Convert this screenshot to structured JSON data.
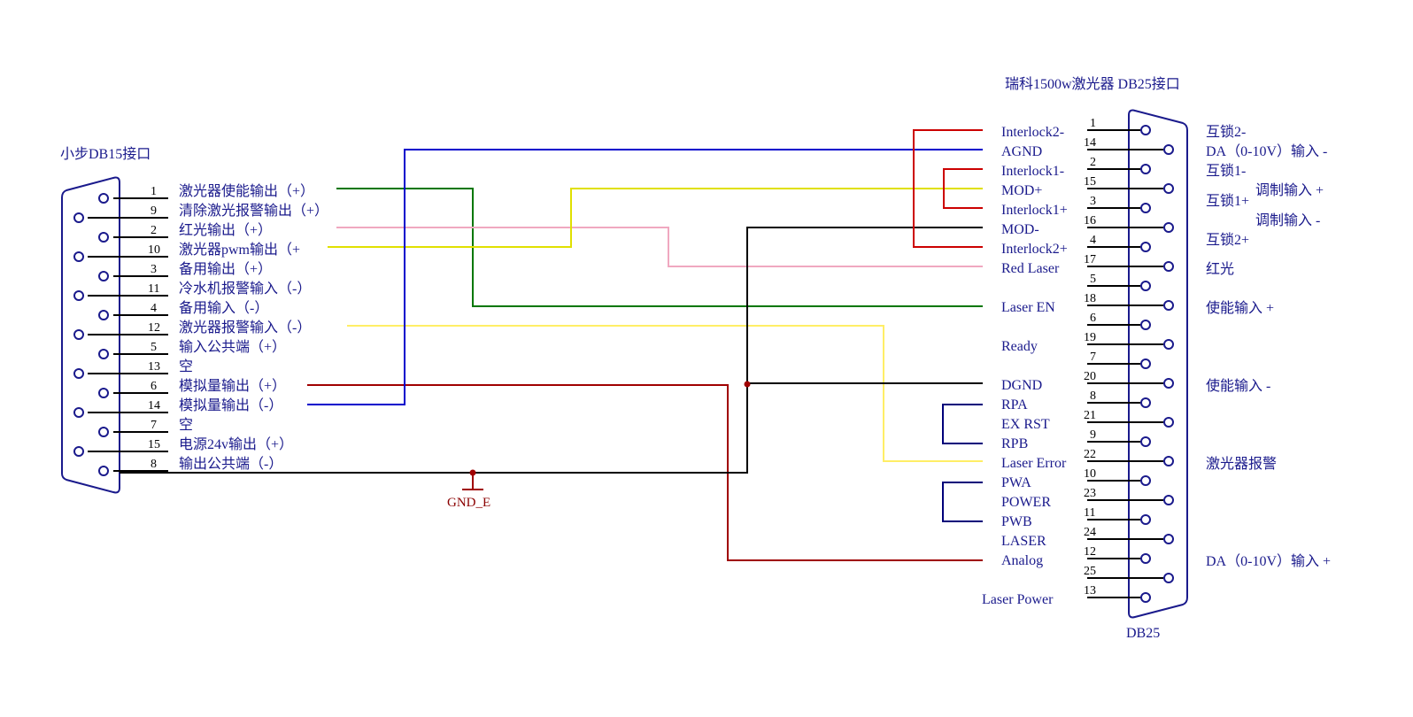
{
  "db15": {
    "title": "小步DB15接口",
    "pins": [
      {
        "num": "1",
        "label": "激光器使能输出（+）"
      },
      {
        "num": "9",
        "label": "清除激光报警输出（+）"
      },
      {
        "num": "2",
        "label": "红光输出（+）"
      },
      {
        "num": "10",
        "label": "激光器pwm输出（+"
      },
      {
        "num": "3",
        "label": "备用输出（+）"
      },
      {
        "num": "11",
        "label": "冷水机报警输入（-）"
      },
      {
        "num": "4",
        "label": "备用输入（-）"
      },
      {
        "num": "12",
        "label": "激光器报警输入（-）"
      },
      {
        "num": "5",
        "label": "输入公共端（+）"
      },
      {
        "num": "13",
        "label": "空"
      },
      {
        "num": "6",
        "label": "模拟量输出（+）"
      },
      {
        "num": "14",
        "label": "模拟量输出（-）"
      },
      {
        "num": "7",
        "label": "空"
      },
      {
        "num": "15",
        "label": "电源24v输出（+）"
      },
      {
        "num": "8",
        "label": "输出公共端（-）"
      }
    ]
  },
  "db25": {
    "title": "瑞科1500w激光器 DB25接口",
    "name": "DB25",
    "pins": [
      {
        "num": "1",
        "signal": "Interlock2-",
        "desc": "互锁2-"
      },
      {
        "num": "14",
        "signal": "AGND",
        "desc": "DA（0-10V）输入 -"
      },
      {
        "num": "2",
        "signal": "Interlock1-",
        "desc": "互锁1-"
      },
      {
        "num": "15",
        "signal": "MOD+",
        "desc": "调制输入 +"
      },
      {
        "num": "3",
        "signal": "Interlock1+",
        "desc": "互锁1+"
      },
      {
        "num": "16",
        "signal": "MOD-",
        "desc": "调制输入 -"
      },
      {
        "num": "4",
        "signal": "Interlock2+",
        "desc": "互锁2+"
      },
      {
        "num": "17",
        "signal": "Red Laser",
        "desc": "红光"
      },
      {
        "num": "5",
        "signal": "",
        "desc": ""
      },
      {
        "num": "18",
        "signal": "Laser EN",
        "desc": "使能输入 +"
      },
      {
        "num": "6",
        "signal": "",
        "desc": ""
      },
      {
        "num": "19",
        "signal": "Ready",
        "desc": ""
      },
      {
        "num": "7",
        "signal": "",
        "desc": ""
      },
      {
        "num": "20",
        "signal": "DGND",
        "desc": "使能输入 -"
      },
      {
        "num": "8",
        "signal": "RPA",
        "desc": ""
      },
      {
        "num": "21",
        "signal": "EX RST",
        "desc": ""
      },
      {
        "num": "9",
        "signal": "RPB",
        "desc": ""
      },
      {
        "num": "22",
        "signal": "Laser Error",
        "desc": "激光器报警"
      },
      {
        "num": "10",
        "signal": "PWA",
        "desc": ""
      },
      {
        "num": "23",
        "signal": "POWER",
        "desc": ""
      },
      {
        "num": "11",
        "signal": "PWB",
        "desc": ""
      },
      {
        "num": "24",
        "signal": "LASER",
        "desc": ""
      },
      {
        "num": "12",
        "signal": "Analog",
        "desc": "DA（0-10V）输入 +"
      },
      {
        "num": "25",
        "signal": "",
        "desc": ""
      },
      {
        "num": "13",
        "signal": "Laser Power",
        "desc": ""
      }
    ]
  },
  "ground_label": "GND_E",
  "wire_colors": {
    "red": "#cc0000",
    "dark_red": "#a00000",
    "blue": "#0000cc",
    "green": "#007700",
    "yellow": "#e0e000",
    "pale_yellow": "#ffee66",
    "pink": "#f0a8c0",
    "black": "#000000",
    "navy": "#00007a"
  }
}
